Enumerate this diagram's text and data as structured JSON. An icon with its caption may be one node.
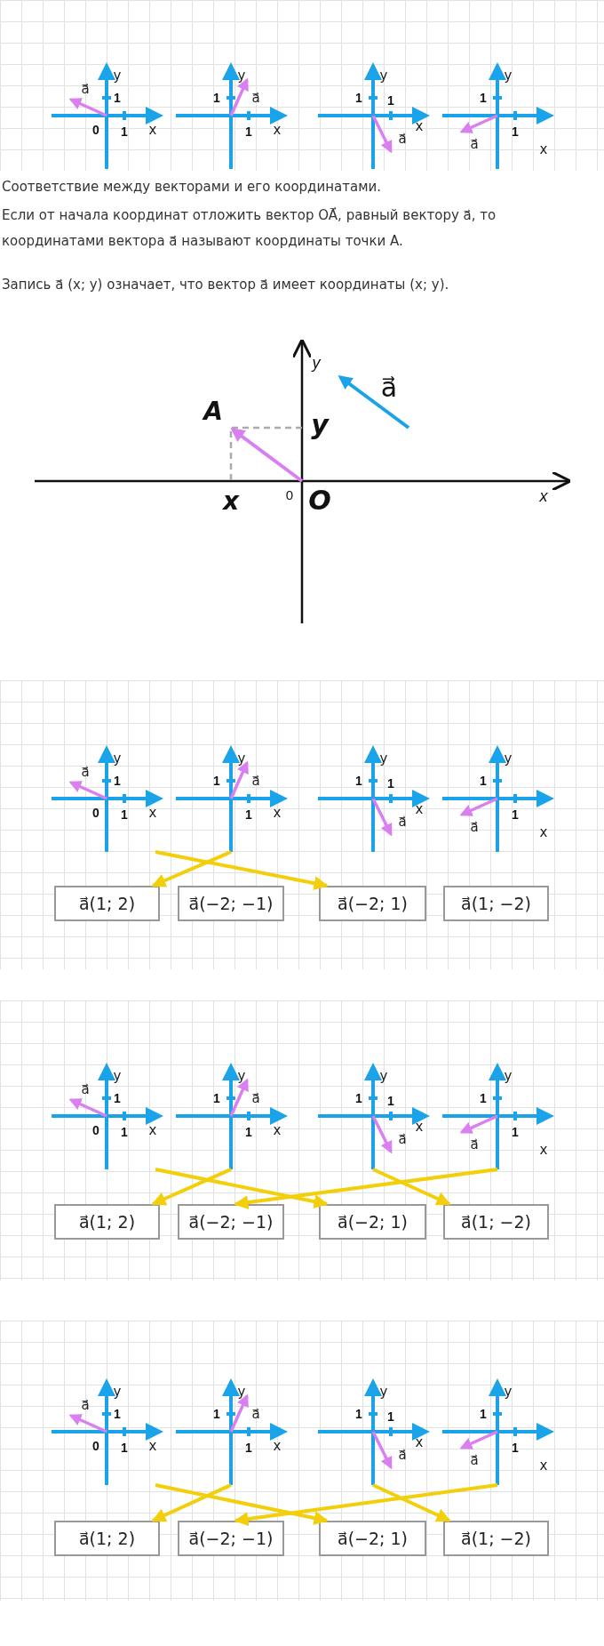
{
  "diagram": {
    "nodes": [
      {
        "text": [
          "y",
          "a⃗",
          "1",
          "0",
          "1",
          "x"
        ]
      },
      {
        "text": [
          "y",
          "1",
          "a⃗",
          "1",
          "x"
        ]
      },
      {
        "text": [
          "y",
          "1",
          "1",
          "a⃗",
          "x"
        ]
      },
      {
        "text": [
          "y",
          "1",
          "1",
          "a⃗",
          "x"
        ]
      },
      {
        "text": [
          "y",
          "a⃗",
          "1",
          "0",
          "1",
          "x"
        ]
      },
      {
        "text": [
          "y",
          "1",
          "a⃗",
          "1",
          "x"
        ]
      },
      {
        "text": [
          "y",
          "1",
          "1",
          "a⃗",
          "x"
        ]
      },
      {
        "text": [
          "y",
          "1",
          "1",
          "a⃗",
          "x"
        ]
      },
      {
        "text": [
          "a⃗(1; 2)"
        ]
      },
      {
        "text": [
          "a⃗(−2; −1)"
        ]
      },
      {
        "text": [
          "a⃗(−2; 1)"
        ]
      },
      {
        "text": [
          "a⃗(1; −2)"
        ]
      },
      {
        "text": [
          "y",
          "a⃗",
          "1",
          "0",
          "1",
          "x"
        ]
      },
      {
        "text": [
          "y",
          "1",
          "a⃗",
          "1",
          "x"
        ]
      },
      {
        "text": [
          "y",
          "1",
          "1",
          "a⃗",
          "x"
        ]
      },
      {
        "text": [
          "y",
          "1",
          "1",
          "a⃗",
          "x"
        ]
      },
      {
        "text": [
          "a⃗(1; 2)"
        ]
      },
      {
        "text": [
          "a⃗(−2; −1)"
        ]
      },
      {
        "text": [
          "a⃗(−2; 1)"
        ]
      },
      {
        "text": [
          "a⃗(1; −2)"
        ]
      },
      {
        "text": [
          "y",
          "a⃗",
          "1",
          "0",
          "1",
          "x"
        ]
      },
      {
        "text": [
          "y",
          "1",
          "a⃗",
          "1",
          "x"
        ]
      },
      {
        "text": [
          "y",
          "1",
          "1",
          "a⃗",
          "x"
        ]
      },
      {
        "text": [
          "y",
          "1",
          "1",
          "a⃗",
          "x"
        ]
      },
      {
        "text": [
          "a⃗(1; 2)"
        ]
      },
      {
        "text": [
          "a⃗(−2; −1)"
        ]
      },
      {
        "text": [
          "a⃗(−2; 1)"
        ]
      },
      {
        "text": [
          "a⃗(1; −2)"
        ]
      }
    ],
    "edges": [
      {
        "from": 4,
        "to": 10,
        "arrow": "to"
      },
      {
        "from": 5,
        "to": 8,
        "arrow": "to"
      },
      {
        "from": 12,
        "to": 18,
        "arrow": "to"
      },
      {
        "from": 13,
        "to": 16,
        "arrow": "to"
      },
      {
        "from": 14,
        "to": 19,
        "arrow": "to"
      },
      {
        "from": 15,
        "to": 17,
        "arrow": "to"
      },
      {
        "from": 20,
        "to": 26,
        "arrow": "to"
      },
      {
        "from": 21,
        "to": 24,
        "arrow": "to"
      },
      {
        "from": 22,
        "to": 27,
        "arrow": "to"
      },
      {
        "from": 23,
        "to": 25,
        "arrow": "to"
      }
    ],
    "labels": [
      "Соответствие между векторами и его координатами.",
      "Если от начала координат отложить вектор OA⃗, равный вектору a⃗, то координатами вектора a⃗ называют координаты точки A.",
      "Запись a⃗ (x; y) означает, что вектор a⃗ имеет координаты (x; y).",
      "y",
      "a⃗",
      "A",
      "y",
      "x",
      "0",
      "O",
      "x"
    ]
  }
}
